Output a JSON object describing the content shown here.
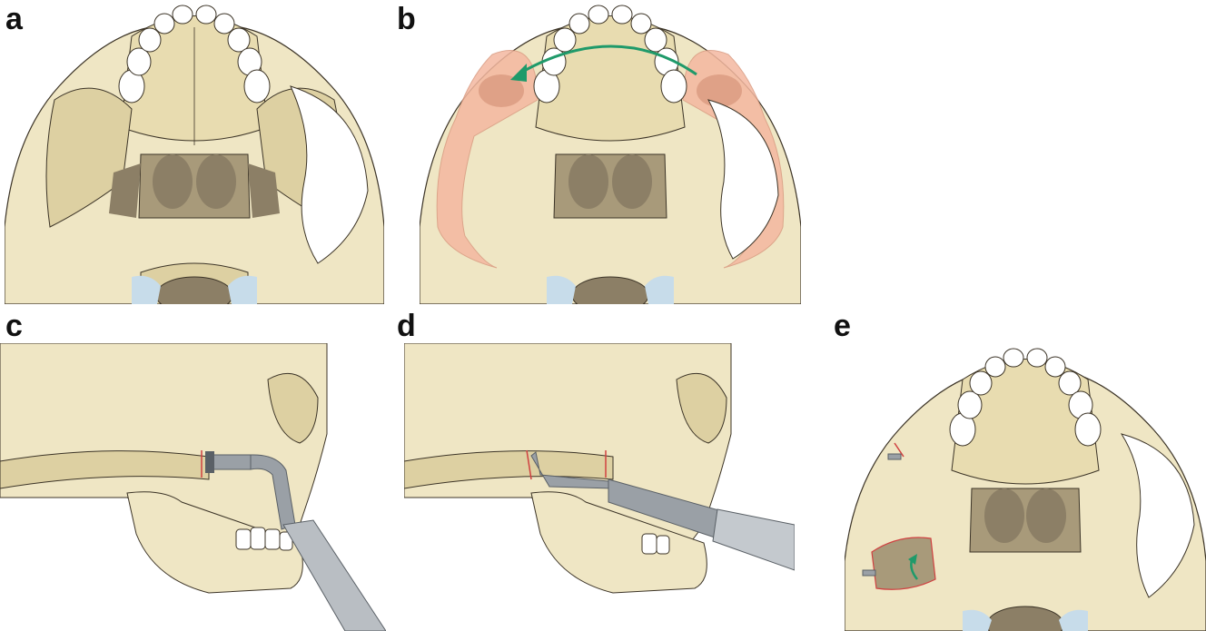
{
  "figure": {
    "panels": [
      {
        "id": "a",
        "label": "a"
      },
      {
        "id": "b",
        "label": "b"
      },
      {
        "id": "c",
        "label": "c"
      },
      {
        "id": "d",
        "label": "d"
      },
      {
        "id": "e",
        "label": "e"
      }
    ]
  },
  "colors": {
    "bone": "#efe6c4",
    "bone_shadow": "#ddd0a2",
    "bone_dark": "#a89a7a",
    "cavity": "#8c7f66",
    "outline": "#3c3427",
    "tooth": "#ffffff",
    "spinal_blue": "#c7dcea",
    "highlight_pink": "#f4b8a0",
    "highlight_pink_dark": "#d99a80",
    "arrow_green": "#1f9a6a",
    "instrument_grey": "#9aa0a6",
    "instrument_dark": "#5a6066",
    "cut_red": "#d04040"
  },
  "icons": {
    "arrow": "curved-green-arrow",
    "instrument": "surgical-drill-handpiece",
    "screws": "fixation-screw"
  }
}
